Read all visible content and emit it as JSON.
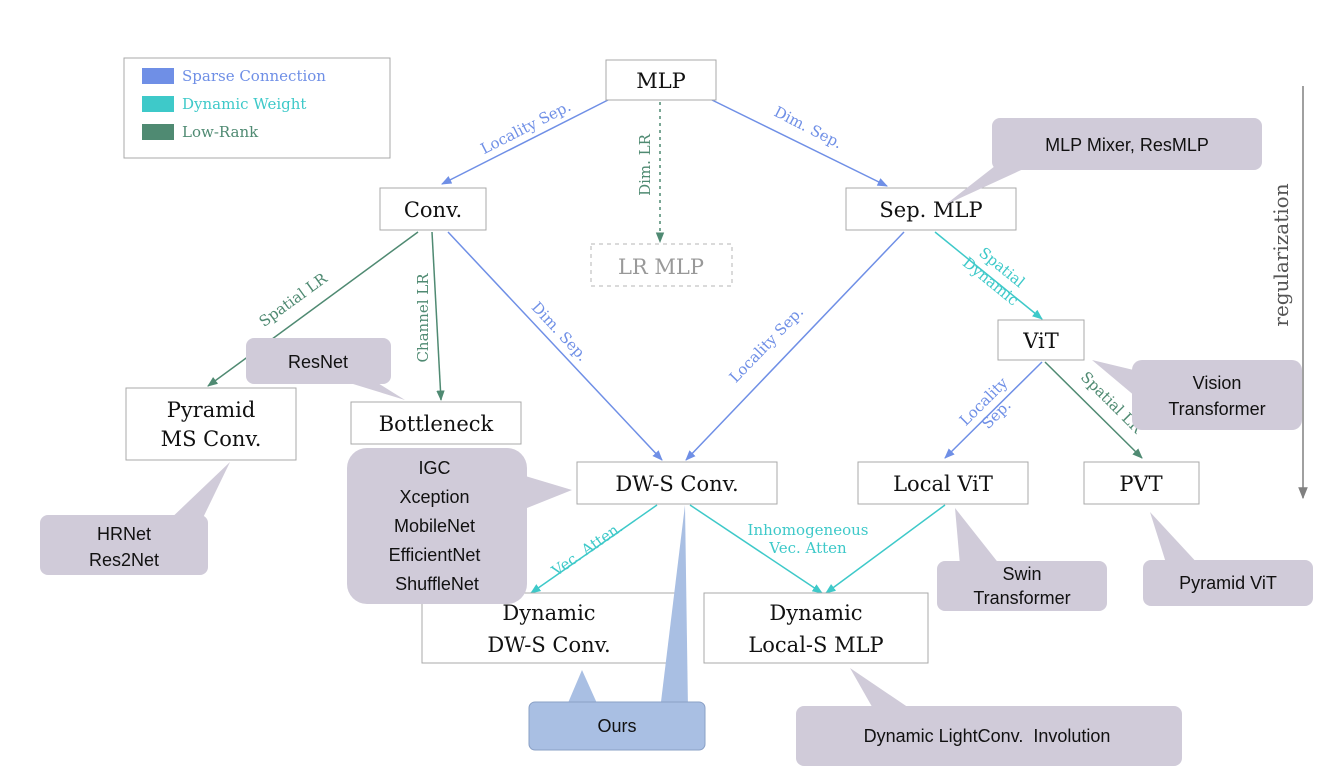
{
  "colors": {
    "sparse": "#6f8fe6",
    "dynamic": "#3ec9c9",
    "lowrank": "#4f8a72",
    "node_text": "#111111",
    "node_border": "#a9a9a9",
    "callout_bg": "#d0cbd9",
    "ours_bg": "#a9bfe3"
  },
  "legend": {
    "items": [
      {
        "label": "Sparse Connection",
        "color": "#6f8fe6"
      },
      {
        "label": "Dynamic Weight",
        "color": "#3ec9c9"
      },
      {
        "label": "Low-Rank",
        "color": "#4f8a72"
      }
    ]
  },
  "regularization_label": "regularization",
  "nodes": {
    "mlp": [
      "MLP"
    ],
    "conv": [
      "Conv."
    ],
    "lr_mlp": [
      "LR MLP"
    ],
    "sep_mlp": [
      "Sep. MLP"
    ],
    "vit": [
      "ViT"
    ],
    "pyramid": [
      "Pyramid",
      "MS Conv."
    ],
    "bottleneck": [
      "Bottleneck"
    ],
    "dws_conv": [
      "DW-S Conv."
    ],
    "local_vit": [
      "Local ViT"
    ],
    "pvt": [
      "PVT"
    ],
    "dyn_dws": [
      "Dynamic",
      "DW-S Conv."
    ],
    "dyn_local": [
      "Dynamic",
      "Local-S MLP"
    ]
  },
  "edges": {
    "mlp_conv": [
      "Locality Sep."
    ],
    "mlp_lr": [
      "Dim. LR"
    ],
    "mlp_sep": [
      "Dim. Sep."
    ],
    "conv_pyr": [
      "Spatial LR"
    ],
    "conv_bott": [
      "Channel LR"
    ],
    "conv_dws": [
      "Dim. Sep."
    ],
    "sep_dws": [
      "Locality Sep."
    ],
    "sep_vit": [
      "Spatial",
      "Dynamic"
    ],
    "vit_local": [
      "Locality",
      "Sep."
    ],
    "vit_pvt": [
      "Spatial LR"
    ],
    "dws_dyn": [
      "Vec. Atten."
    ],
    "dws_dynlocal": [
      "Inhomogeneous",
      "Vec. Atten"
    ]
  },
  "callouts": {
    "mlp_mixer": [
      "MLP Mixer, ResMLP"
    ],
    "resnet": [
      "ResNet"
    ],
    "vision_transformer": [
      "Vision",
      "Transformer"
    ],
    "hrnet": [
      "HRNet",
      "Res2Net"
    ],
    "dws_methods": [
      "IGC",
      "Xception",
      "MobileNet",
      "EfficientNet",
      "ShuffleNet"
    ],
    "swin": [
      "Swin",
      "Transformer"
    ],
    "pyramid_vit": [
      "Pyramid ViT"
    ],
    "ours": [
      "Ours"
    ],
    "dynamic_lightconv": [
      "Dynamic LightConv.  Involution"
    ]
  }
}
